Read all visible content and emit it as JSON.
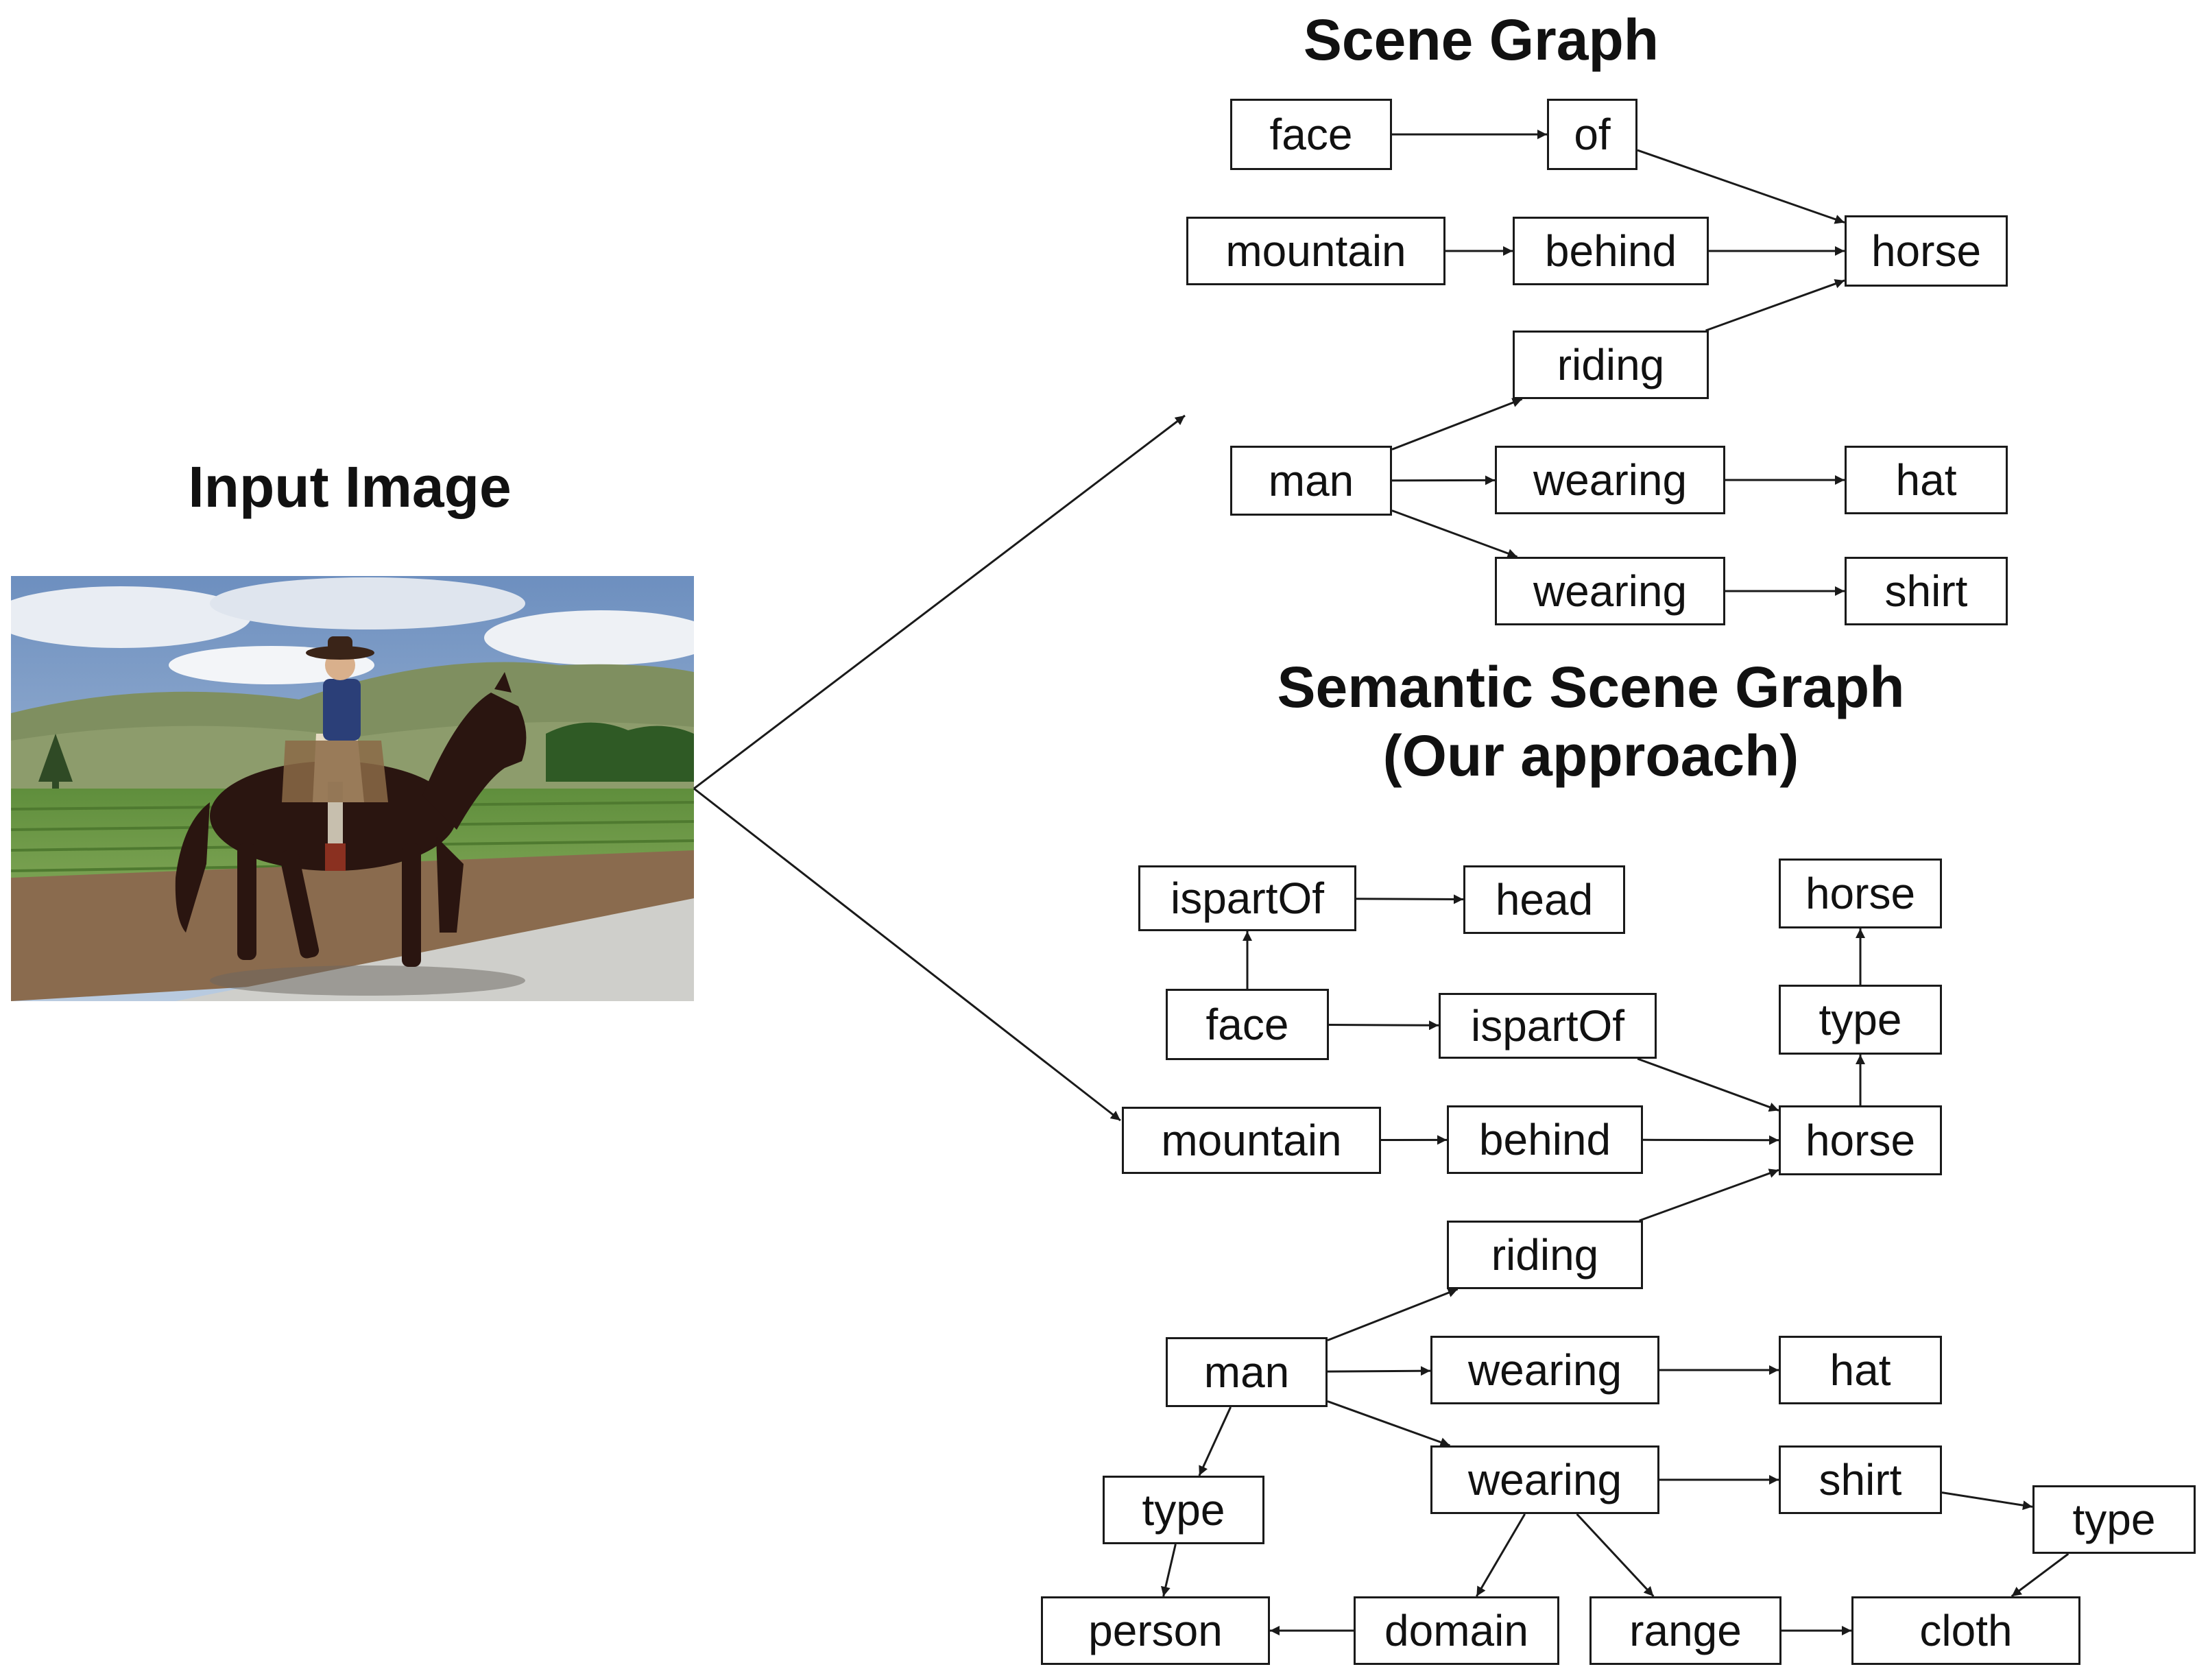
{
  "titles": {
    "input": "Input Image",
    "scene_graph": "Scene Graph",
    "semantic_line1": "Semantic Scene Graph",
    "semantic_line2": "(Our approach)"
  },
  "scene_graph": {
    "nodes": {
      "face": "face",
      "of": "of",
      "mountain": "mountain",
      "behind": "behind",
      "horse": "horse",
      "riding": "riding",
      "man": "man",
      "wearing1": "wearing",
      "hat": "hat",
      "wearing2": "wearing",
      "shirt": "shirt"
    },
    "edges": [
      [
        "face",
        "of"
      ],
      [
        "of",
        "horse"
      ],
      [
        "mountain",
        "behind"
      ],
      [
        "behind",
        "horse"
      ],
      [
        "riding",
        "horse"
      ],
      [
        "man",
        "riding"
      ],
      [
        "man",
        "wearing1"
      ],
      [
        "wearing1",
        "hat"
      ],
      [
        "man",
        "wearing2"
      ],
      [
        "wearing2",
        "shirt"
      ]
    ]
  },
  "semantic_graph": {
    "nodes": {
      "ispartOf1": "ispartOf",
      "head": "head",
      "face": "face",
      "ispartOf2": "ispartOf",
      "horse_top": "horse",
      "type_horse": "type",
      "mountain": "mountain",
      "behind": "behind",
      "horse": "horse",
      "riding": "riding",
      "man": "man",
      "wearing1": "wearing",
      "hat": "hat",
      "type_man": "type",
      "wearing2": "wearing",
      "shirt": "shirt",
      "type_shirt": "type",
      "person": "person",
      "domain": "domain",
      "range": "range",
      "cloth": "cloth"
    },
    "edges": [
      [
        "ispartOf1",
        "head"
      ],
      [
        "face",
        "ispartOf1"
      ],
      [
        "face",
        "ispartOf2"
      ],
      [
        "ispartOf2",
        "horse"
      ],
      [
        "mountain",
        "behind"
      ],
      [
        "behind",
        "horse"
      ],
      [
        "riding",
        "horse"
      ],
      [
        "horse",
        "type_horse"
      ],
      [
        "type_horse",
        "horse_top"
      ],
      [
        "man",
        "riding"
      ],
      [
        "man",
        "wearing1"
      ],
      [
        "wearing1",
        "hat"
      ],
      [
        "man",
        "wearing2"
      ],
      [
        "wearing2",
        "shirt"
      ],
      [
        "man",
        "type_man"
      ],
      [
        "type_man",
        "person"
      ],
      [
        "shirt",
        "type_shirt"
      ],
      [
        "type_shirt",
        "cloth"
      ],
      [
        "wearing2",
        "domain"
      ],
      [
        "wearing2",
        "range"
      ],
      [
        "domain",
        "person"
      ],
      [
        "range",
        "cloth"
      ]
    ]
  },
  "input_image": {
    "description_icon": "horse-rider-photo"
  },
  "colors": {
    "line": "#1a1a1a",
    "sky": "#9fb8d8",
    "cloud": "#e8ecf2",
    "hill": "#7a8a5a",
    "field": "#6f9a48",
    "dirt": "#8a6a4c",
    "road": "#c9c9c6",
    "horse": "#2a1510"
  }
}
